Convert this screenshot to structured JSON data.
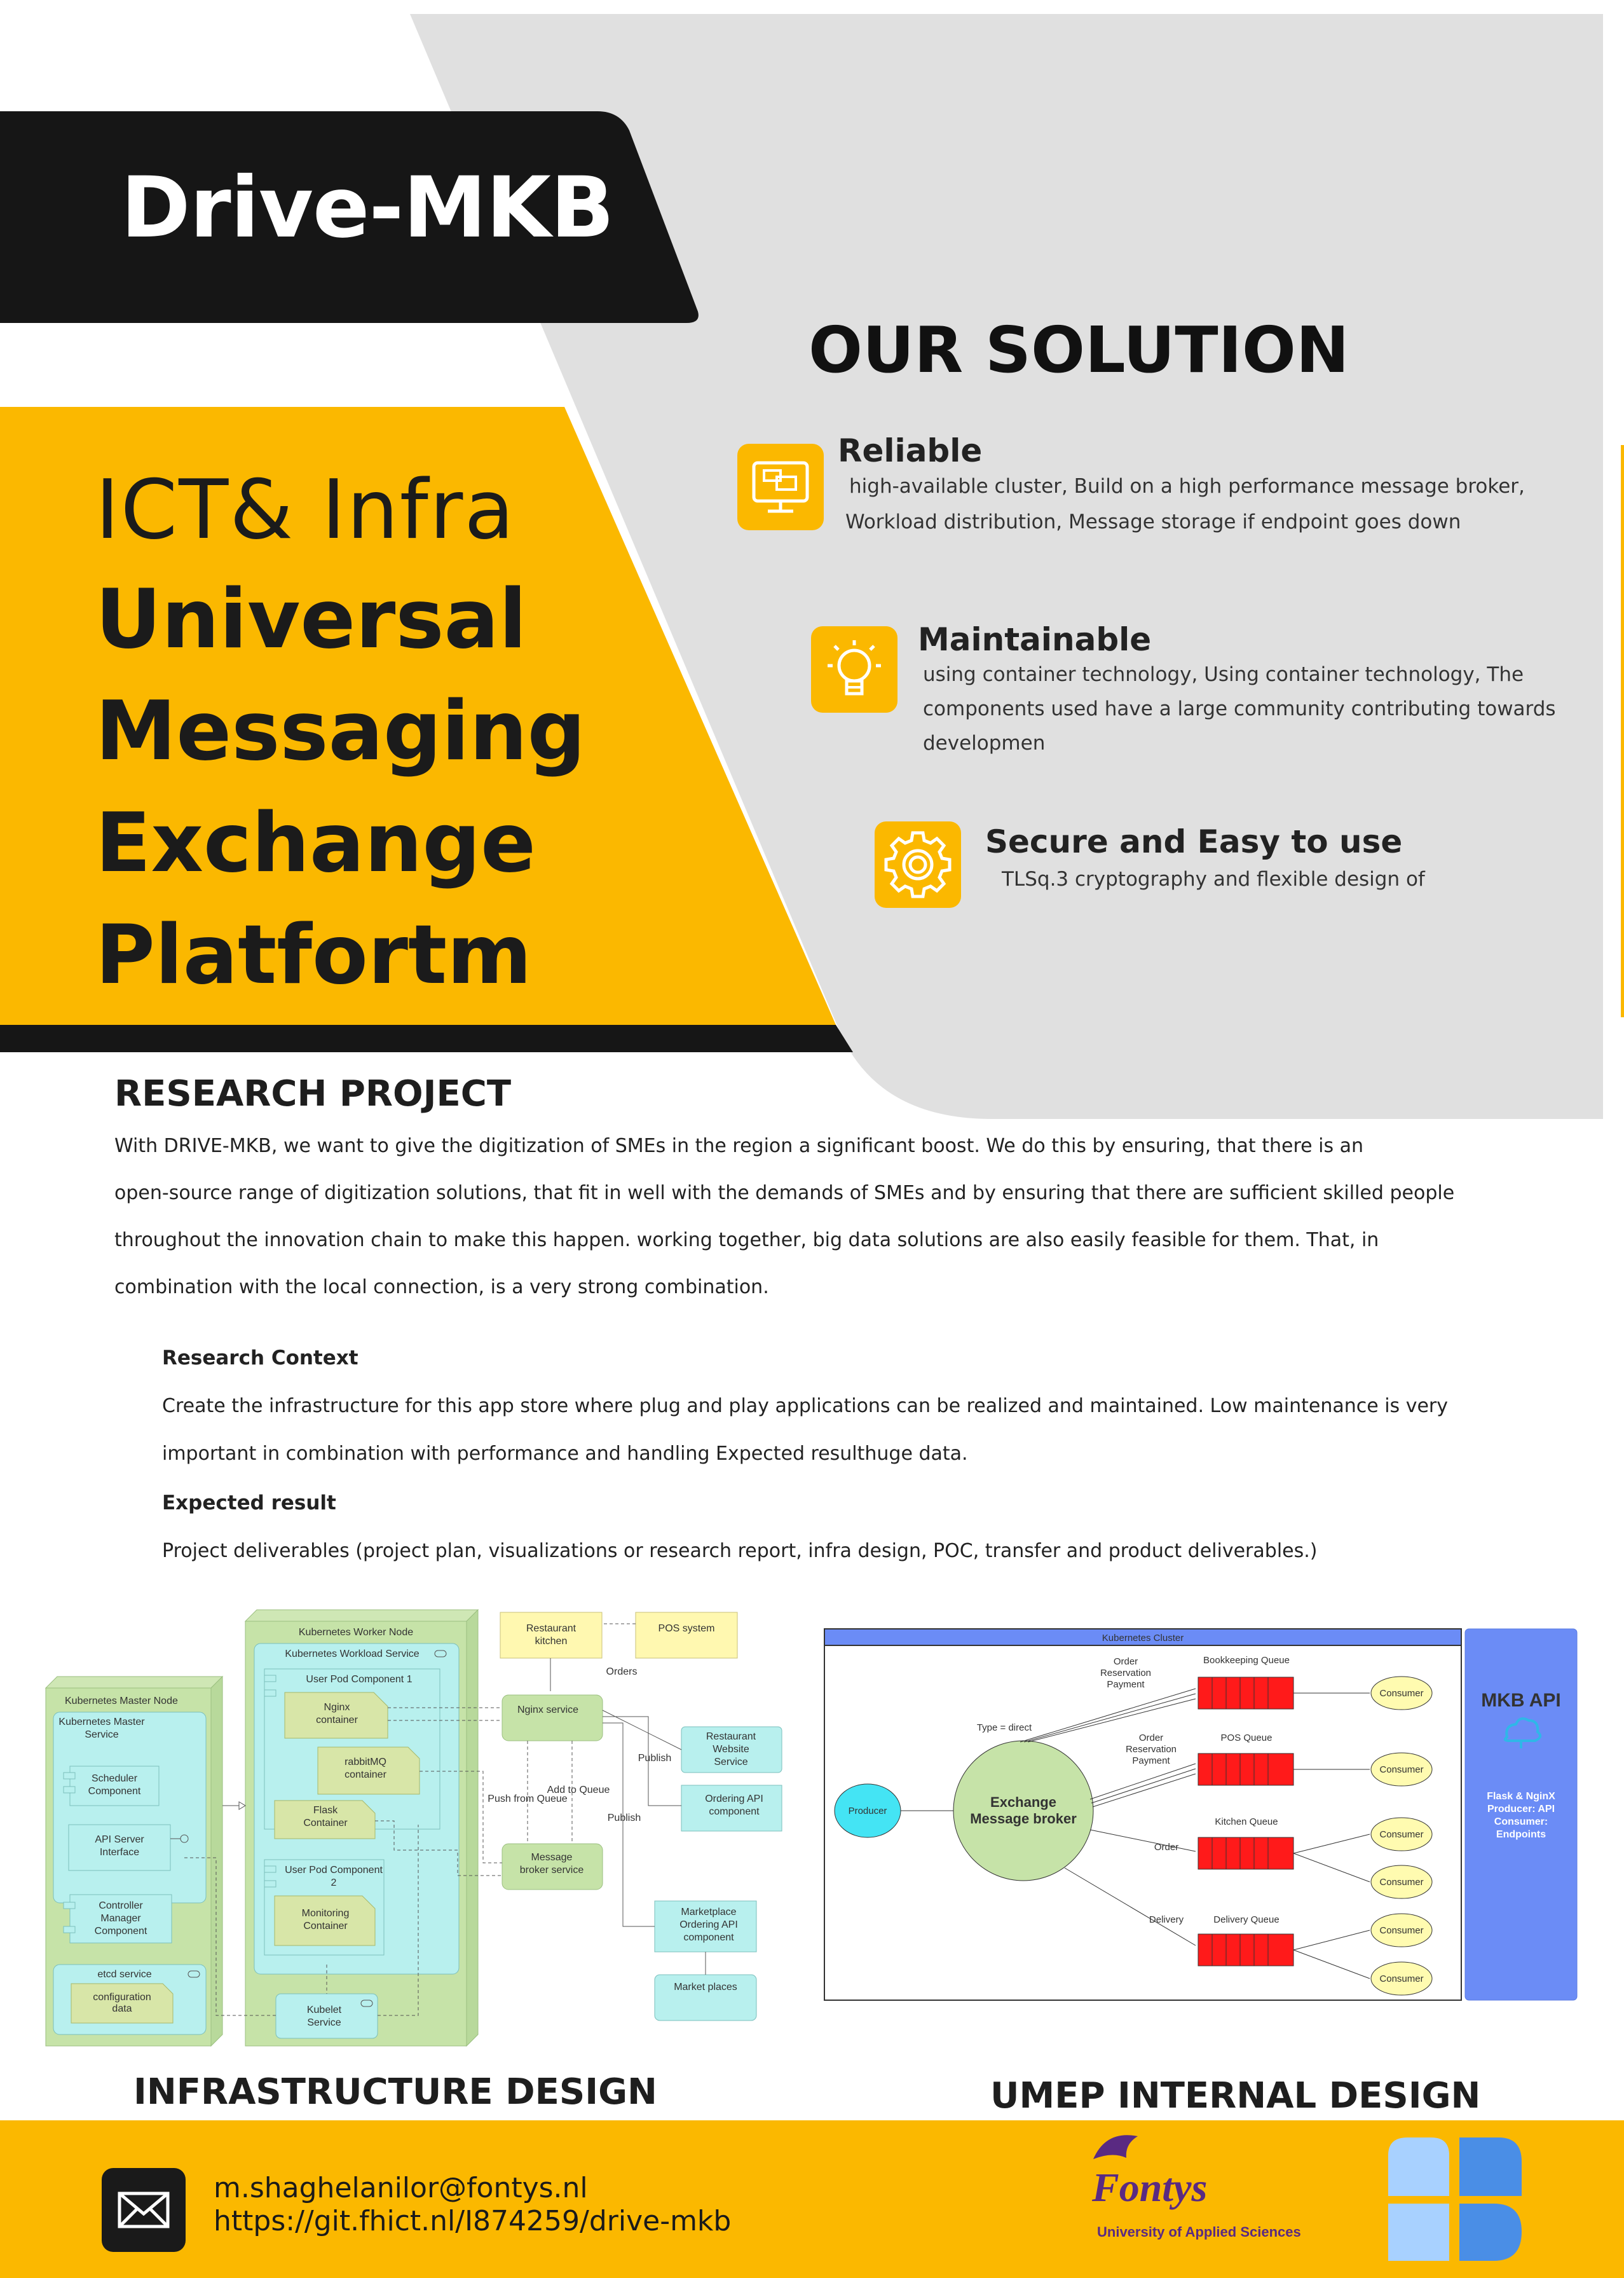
{
  "header": {
    "title": "Drive-MKB",
    "line_light": "ICT& Infra",
    "lines_bold": [
      "Universal",
      "Messaging",
      "Exchange",
      "Platfortm"
    ]
  },
  "solution": {
    "heading": "OUR SOLUTION",
    "features": [
      {
        "icon": "monitor-icon",
        "title": "Reliable",
        "lines": [
          "high-available cluster, Build on a high performance message broker,",
          "Workload distribution, Message storage if endpoint goes down"
        ]
      },
      {
        "icon": "lightbulb-icon",
        "title": "Maintainable",
        "lines": [
          "using container technology, Using container technology, The",
          "components used have a large community contributing towards",
          "developmen"
        ]
      },
      {
        "icon": "gear-icon",
        "title": "Secure and Easy to use",
        "lines": [
          "TLSq.3 cryptography and flexible design of"
        ]
      }
    ]
  },
  "research": {
    "heading": "RESEARCH PROJECT",
    "intro_lines": [
      "With DRIVE-MKB, we want to give the digitization of SMEs in the region a significant boost. We do this by ensuring, that there is an",
      "open-source range of digitization solutions, that fit in well with the demands of SMEs and by ensuring that there are sufficient skilled people",
      "throughout the innovation chain to make this happen. working together, big data solutions are also easily feasible for them. That, in",
      "combination with the local connection, is a very strong combination."
    ],
    "context_heading": "Research Context",
    "context_lines": [
      "Create the infrastructure for this app store where plug and play applications can be realized and maintained. Low maintenance is very",
      "important in combination with performance and handling Expected resulthuge data."
    ],
    "result_heading": "Expected result",
    "result_text": "Project deliverables (project plan, visualizations or research report, infra design, POC, transfer and product deliverables.)"
  },
  "infra_diagram": {
    "master_node": "Kubernetes Master Node",
    "master_service": [
      "Kubernetes Master",
      "Service"
    ],
    "scheduler": [
      "Scheduler",
      "Component"
    ],
    "api_server": [
      "API Server",
      "Interface"
    ],
    "controller": [
      "Controller",
      "Manager",
      "Component"
    ],
    "etcd": "etcd service",
    "config": [
      "configuration",
      "data"
    ],
    "worker_node": "Kubernetes Worker Node",
    "workload": "Kubernetes Workload Service",
    "pod1": "User Pod Component 1",
    "nginx_container": [
      "Nginx",
      "container"
    ],
    "rabbit": [
      "rabbitMQ",
      "container"
    ],
    "flask": [
      "Flask",
      "Container"
    ],
    "pod2": [
      "User Pod Component",
      "2"
    ],
    "monitoring": [
      "Monitoring",
      "Container"
    ],
    "kubelet": [
      "Kubelet",
      "Service"
    ],
    "restaurant_kitchen": [
      "Restaurant",
      "kitchen"
    ],
    "pos_system": "POS system",
    "orders": "Orders",
    "nginx_service": "Nginx service",
    "website": [
      "Restaurant",
      "Website",
      "Service"
    ],
    "ordering_api": [
      "Ordering API",
      "component"
    ],
    "publish1": "Publish",
    "publish2": "Publish",
    "add_queue": "Add to Queue",
    "push_queue": "Push from Queue",
    "broker_service": [
      "Message",
      "broker service"
    ],
    "marketplace_api": [
      "Marketplace",
      "Ordering API",
      "component"
    ],
    "market_places": "Market places"
  },
  "umep_diagram": {
    "cluster_title": "Kubernetes Cluster",
    "producer": "Producer",
    "exchange": [
      "Exchange",
      "Message broker"
    ],
    "type_label": "Type = direct",
    "queues": [
      {
        "name": "Bookkeeping Queue",
        "label": [
          "Order",
          "Reservation",
          "Payment"
        ],
        "consumers": 1
      },
      {
        "name": "POS Queue",
        "label": [
          "Order",
          "Reservation",
          "Payment"
        ],
        "consumers": 1
      },
      {
        "name": "Kitchen Queue",
        "label": [
          "Order"
        ],
        "consumers": 2
      },
      {
        "name": "Delivery Queue",
        "label": [
          "Delivery"
        ],
        "consumers": 2
      }
    ],
    "consumer_label": "Consumer",
    "api_panel": {
      "title": "MKB API",
      "lines": [
        "Flask & NginX",
        "Producer: API",
        "Consumer:",
        "Endpoints"
      ]
    }
  },
  "captions": {
    "infra": "INFRASTRUCTURE DESIGN",
    "umep": "UMEP INTERNAL DESIGN"
  },
  "footer": {
    "email": "m.shaghelanilor@fontys.nl",
    "url": "https://git.fhict.nl/I874259/drive-mkb",
    "fontys": "Fontys",
    "fontys_sub": "University of Applied Sciences"
  },
  "colors": {
    "accent_yellow": "#fbb800",
    "dark": "#1a1a1a",
    "panel_gray": "#e0e0e0",
    "api_blue": "#6b8cf6"
  }
}
